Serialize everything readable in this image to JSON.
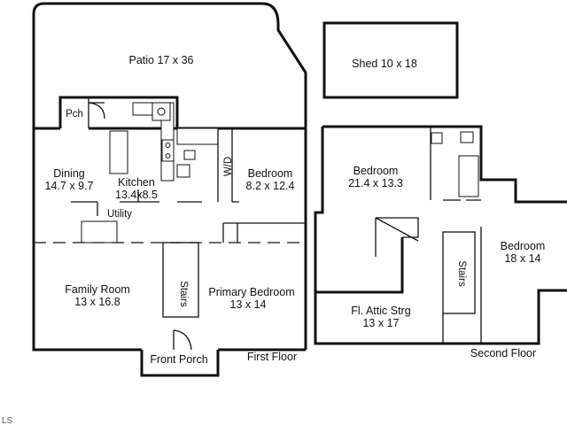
{
  "floors": {
    "first": "First Floor",
    "second": "Second Floor"
  },
  "rooms": {
    "patio": "Patio 17 x 36",
    "shed": "Shed 10 x 18",
    "pch": "Pch",
    "dining_name": "Dining",
    "dining_dim": "14.7 x 9.7",
    "kitchen_name": "Kitchen",
    "kitchen_dim": "13.4x8.5",
    "utility": "Utility",
    "wd": "W/D",
    "bedroom1_name": "Bedroom",
    "bedroom1_dim": "8.2 x 12.4",
    "family_name": "Family Room",
    "family_dim": "13 x 16.8",
    "stairs1": "Stairs",
    "primary_name": "Primary Bedroom",
    "primary_dim": "13 x 14",
    "front_porch": "Front Porch",
    "bedroom2_name": "Bedroom",
    "bedroom2_dim": "21.4 x 13.3",
    "bedroom3_name": "Bedroom",
    "bedroom3_dim": "18 x 14",
    "stairs2": "Stairs",
    "attic_name": "Fl. Attic Strg",
    "attic_dim": "13 x 17"
  },
  "corner_mark": "LS"
}
